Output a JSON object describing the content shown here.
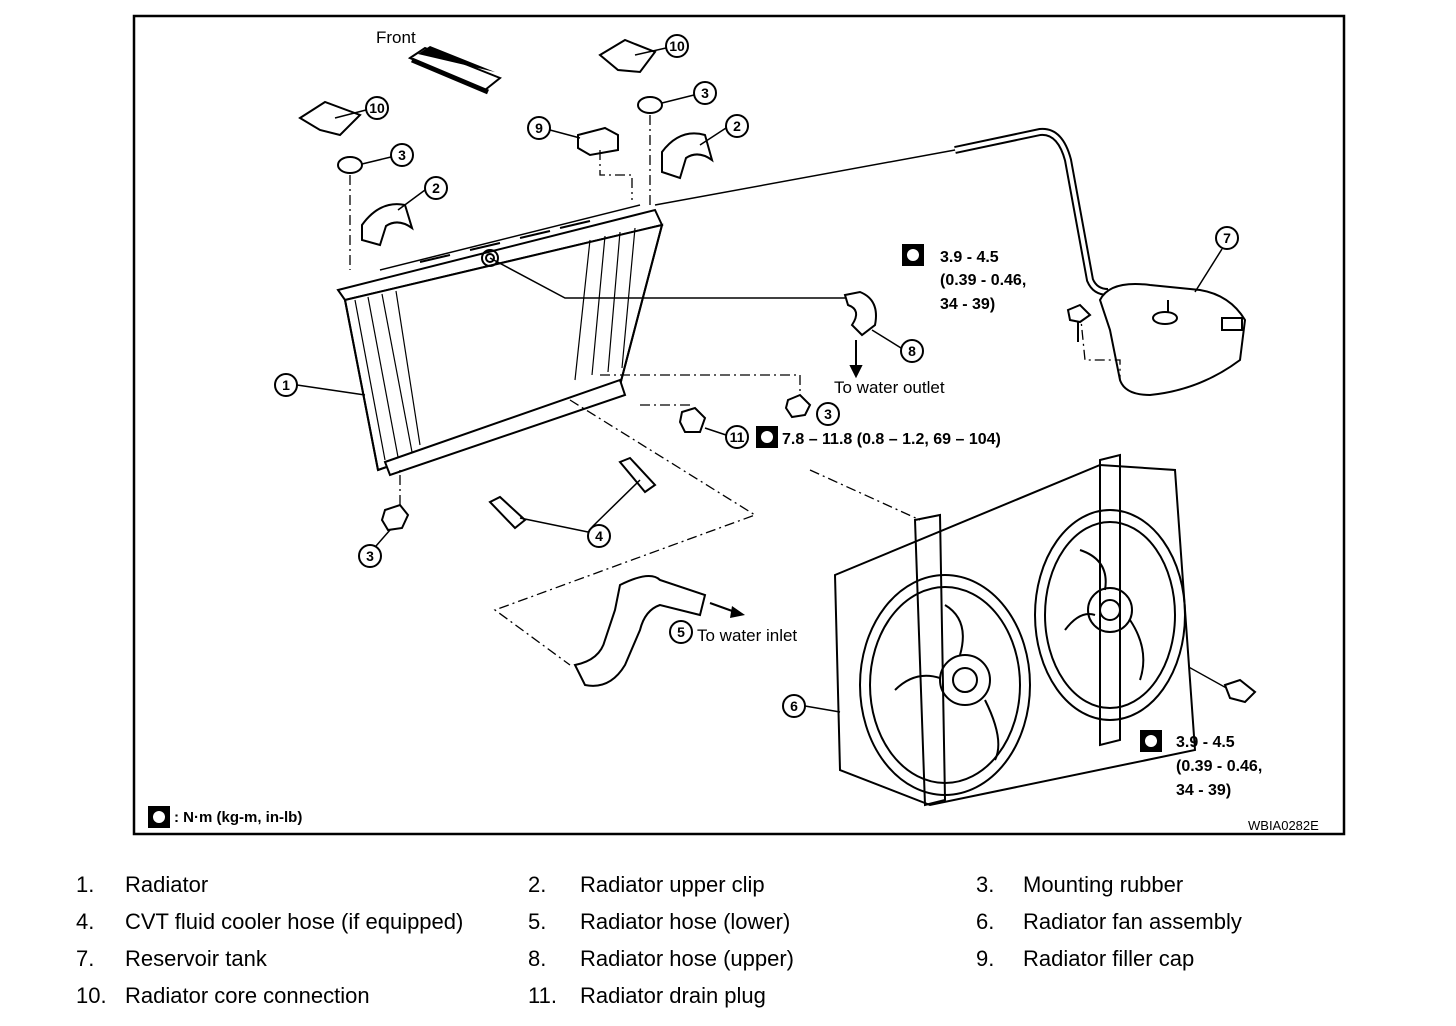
{
  "diagram": {
    "direction_label": "Front",
    "code": "WBIA0282E",
    "torque_key": ": N·m (kg-m, in-lb)",
    "torque_reservoir": [
      "3.9 - 4.5",
      "(0.39 - 0.46,",
      "34 - 39)"
    ],
    "torque_fan": [
      "3.9 - 4.5",
      "(0.39 - 0.46,",
      "34 - 39)"
    ],
    "torque_drain": "7.8 – 11.8 (0.8 – 1.2, 69 – 104)",
    "to_water_outlet": "To water outlet",
    "to_water_inlet": "To water inlet",
    "callouts": [
      "1",
      "2",
      "3",
      "4",
      "5",
      "6",
      "7",
      "8",
      "9",
      "10",
      "11"
    ]
  },
  "legend": [
    {
      "num": "1.",
      "label": "Radiator"
    },
    {
      "num": "2.",
      "label": "Radiator upper clip"
    },
    {
      "num": "3.",
      "label": "Mounting rubber"
    },
    {
      "num": "4.",
      "label": "CVT fluid cooler hose (if equipped)"
    },
    {
      "num": "5.",
      "label": "Radiator hose (lower)"
    },
    {
      "num": "6.",
      "label": "Radiator fan assembly"
    },
    {
      "num": "7.",
      "label": "Reservoir tank"
    },
    {
      "num": "8.",
      "label": "Radiator hose (upper)"
    },
    {
      "num": "9.",
      "label": "Radiator filler cap"
    },
    {
      "num": "10.",
      "label": "Radiator core connection"
    },
    {
      "num": "11.",
      "label": "Radiator drain plug"
    }
  ]
}
